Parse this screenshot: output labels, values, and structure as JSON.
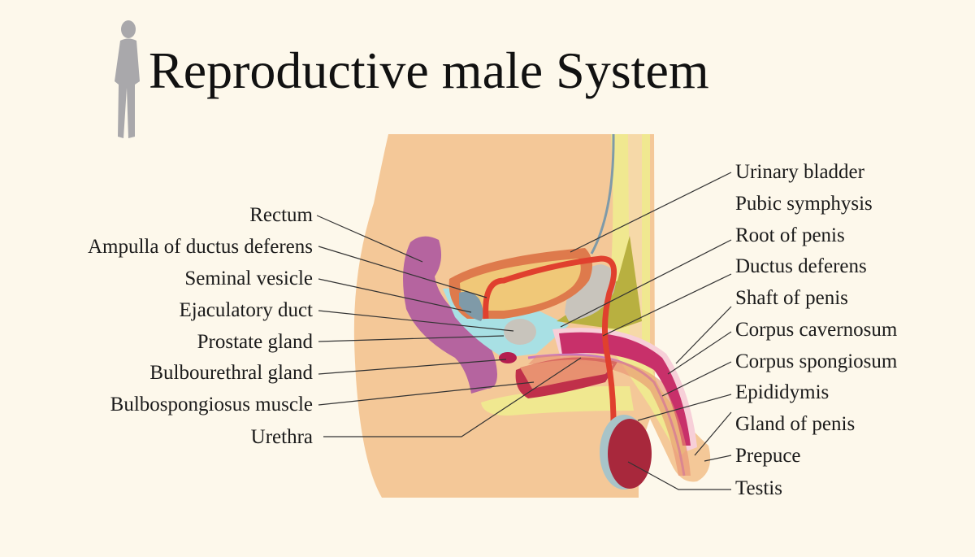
{
  "title": "Reproductive male System",
  "icons": {
    "figure": "standing-human-silhouette-icon"
  },
  "labels_left": [
    "Rectum",
    "Ampulla of  ductus deferens",
    "Seminal vesicle",
    "Ejaculatory duct",
    "Prostate gland",
    "Bulbourethral gland",
    "Bulbospongiosus muscle",
    "Urethra"
  ],
  "labels_right": [
    "Urinary bladder",
    "Pubic symphysis",
    "Root of  penis",
    "Ductus deferens",
    "Shaft of  penis",
    "Corpus cavernosum",
    "Corpus spongiosum",
    "Epididymis",
    "Gland of  penis",
    "Prepuce",
    "Testis"
  ],
  "colors": {
    "background": "#fdf8eb",
    "skin": "#f4c898",
    "fat": "#f0e890",
    "rectum": "#b5649f",
    "bladder_wall": "#de7a4c",
    "bladder_inner": "#f0c878",
    "ductus": "#e0402e",
    "testis": "#a8283c",
    "cavernosum": "#c8306a",
    "bone": "#c8c4bc",
    "fluid": "#a8e0e4",
    "olive": "#b8b040"
  }
}
